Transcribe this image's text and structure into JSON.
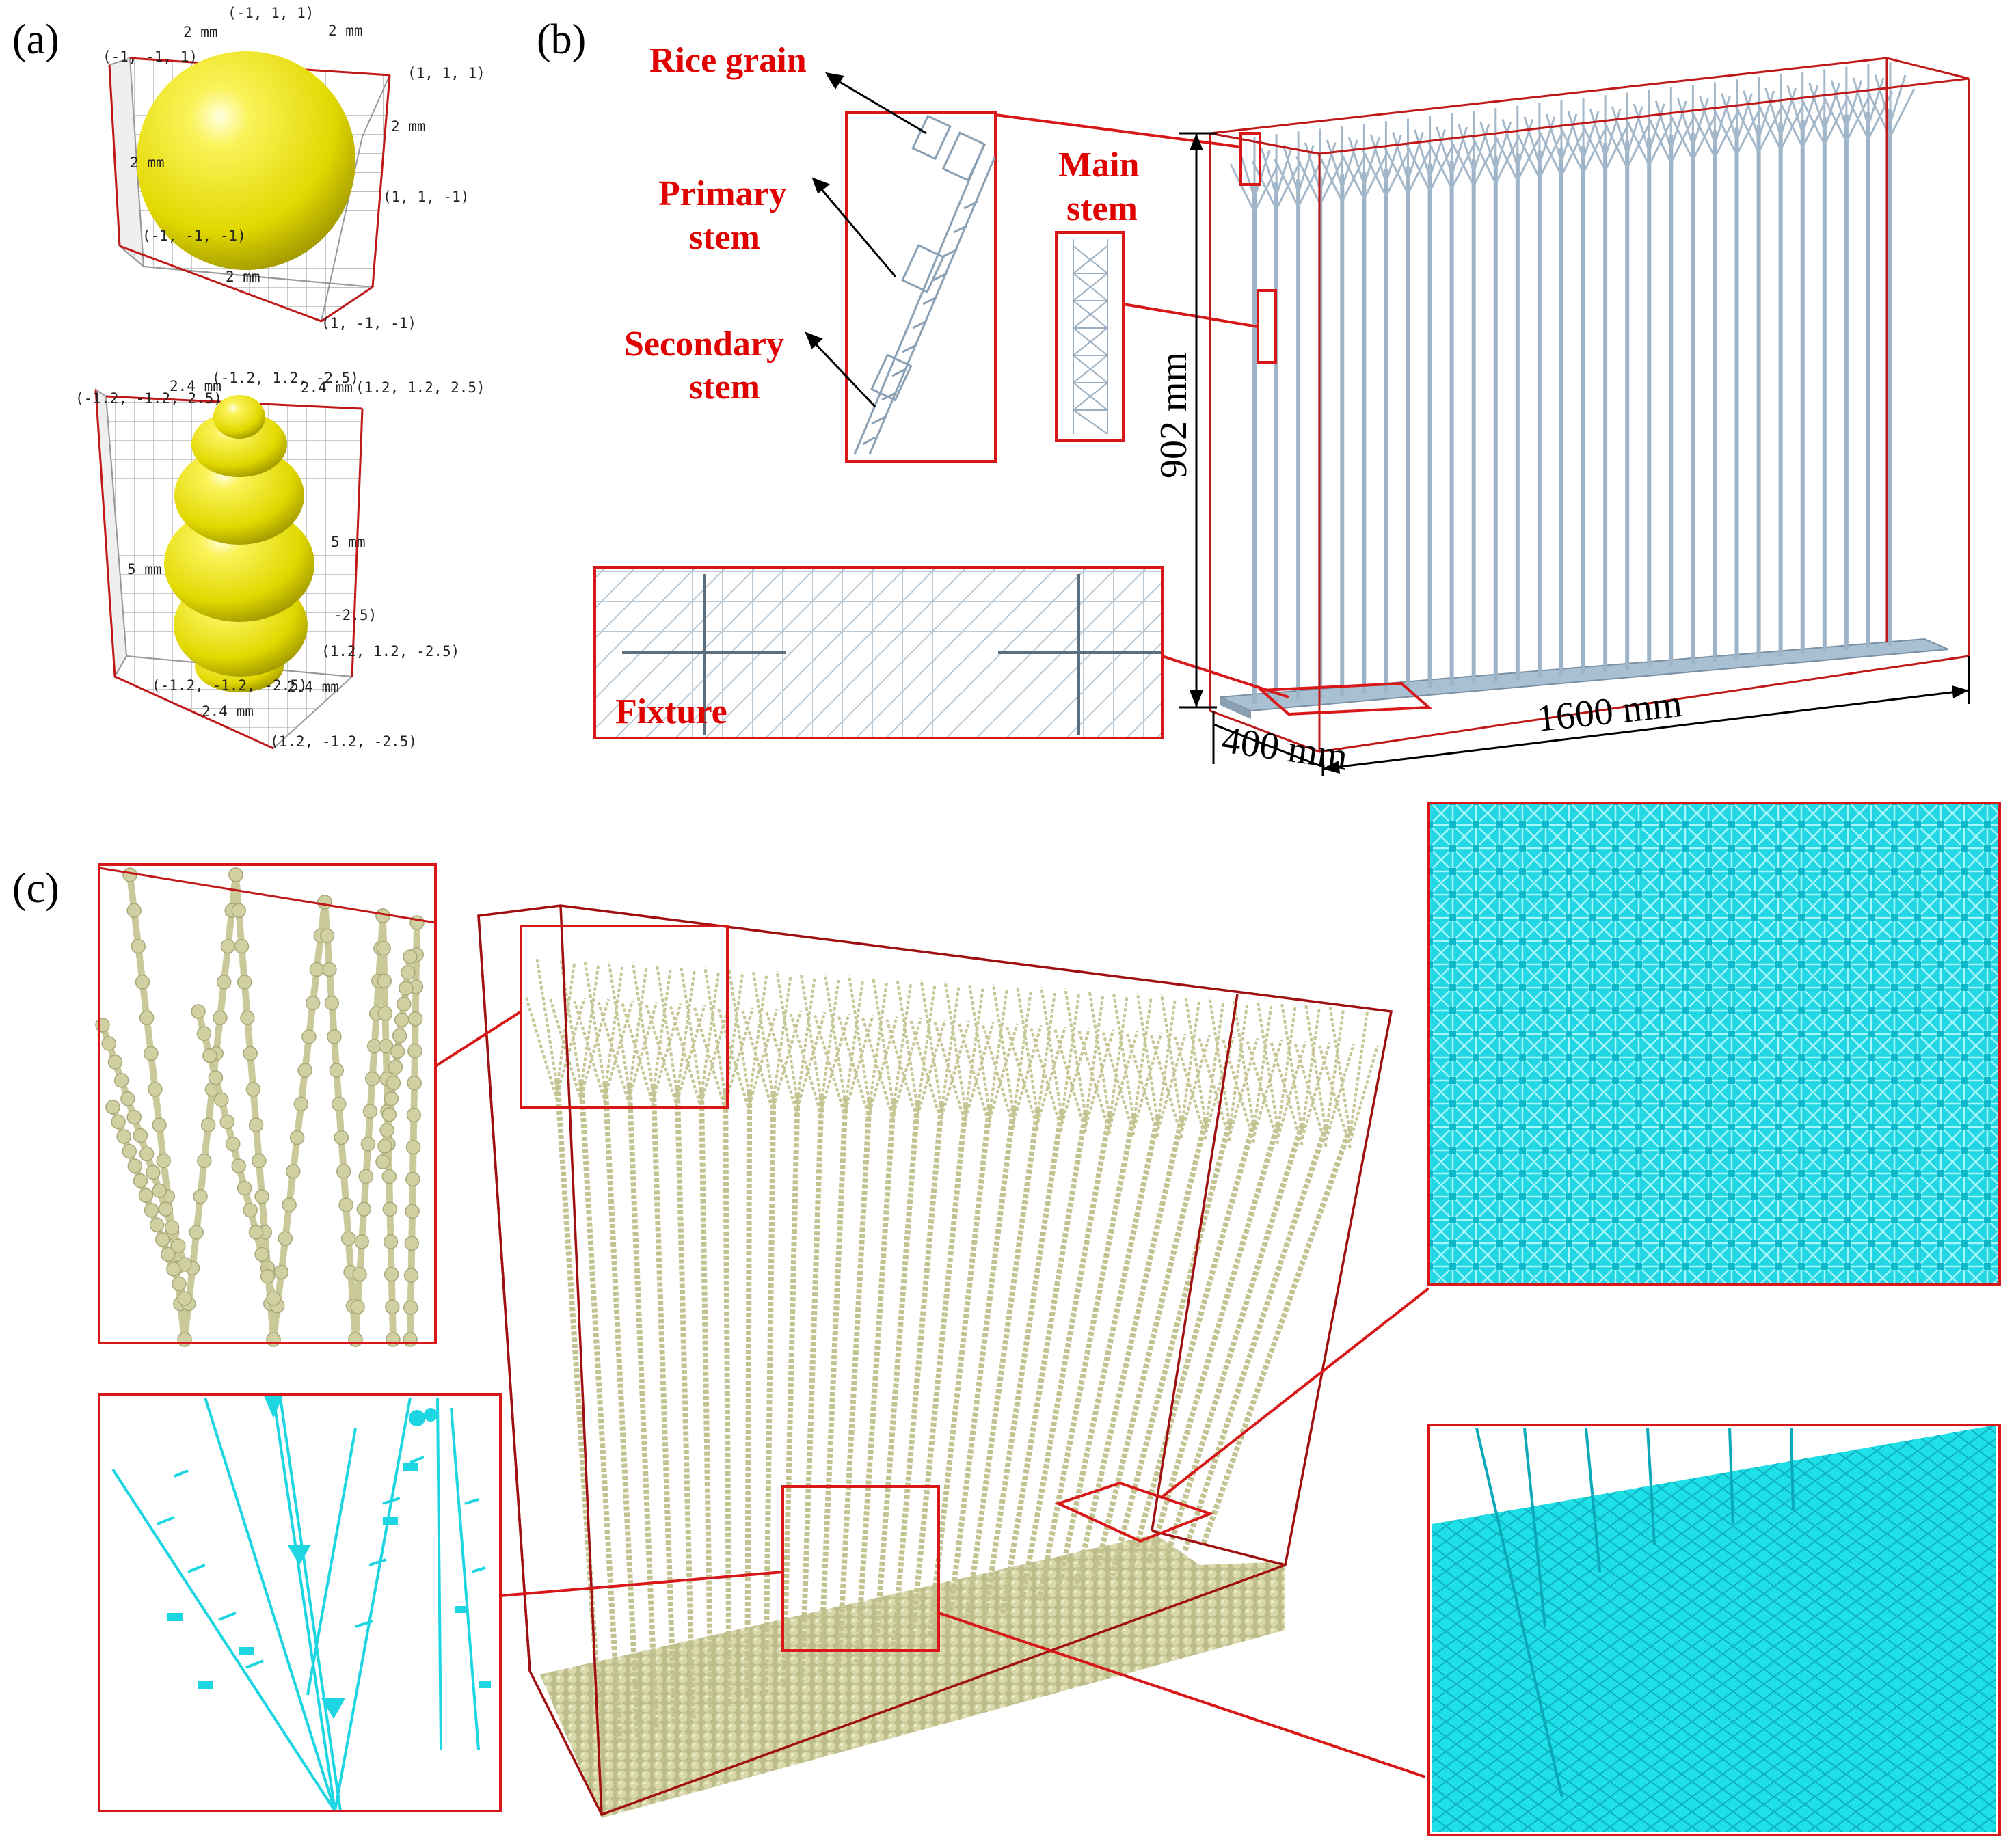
{
  "panels": {
    "a": "(a)",
    "b": "(b)",
    "c": "(c)"
  },
  "panel_a": {
    "sphere_corners": [
      "(-1, 1, 1)",
      "(1, 1, 1)",
      "(-1, -1, 1)",
      "(1, 1, -1)",
      "(-1, -1, -1)",
      "(1, -1, -1)"
    ],
    "sphere_dims": [
      "2 mm",
      "2 mm",
      "2 mm",
      "2 mm",
      "2 mm"
    ],
    "grain_corners": [
      "(-1.2, 1.2, -2.5)",
      "(-1.2, -1.2, 2.5)",
      "(1.2, 1.2, 2.5)",
      "-2.5)",
      "(1.2, 1.2, -2.5)",
      "(-1.2, -1.2, -2.5)",
      "(1.2, -1.2, -2.5)"
    ],
    "grain_dims": [
      "2.4 mm",
      "2.4 mm",
      "5 mm",
      "5 mm",
      "2.4 mm",
      "2.4 mm"
    ]
  },
  "panel_b": {
    "labels": {
      "rice_grain": "Rice grain",
      "primary_stem_1": "Primary",
      "primary_stem_2": "stem",
      "secondary_stem_1": "Secondary",
      "secondary_stem_2": "stem",
      "main_stem_1": "Main",
      "main_stem_2": "stem",
      "fixture": "Fixture"
    },
    "dimensions": {
      "height": "902 mm",
      "length": "1600 mm",
      "width": "400 mm"
    }
  },
  "colors": {
    "sphere": "#f2ea10",
    "stem_b": "#9db4c8",
    "base_b": "#a9c0d2",
    "stem_c": "#c8c89a",
    "mesh_c": "#1ee0e6",
    "highlight": "#d81818"
  }
}
